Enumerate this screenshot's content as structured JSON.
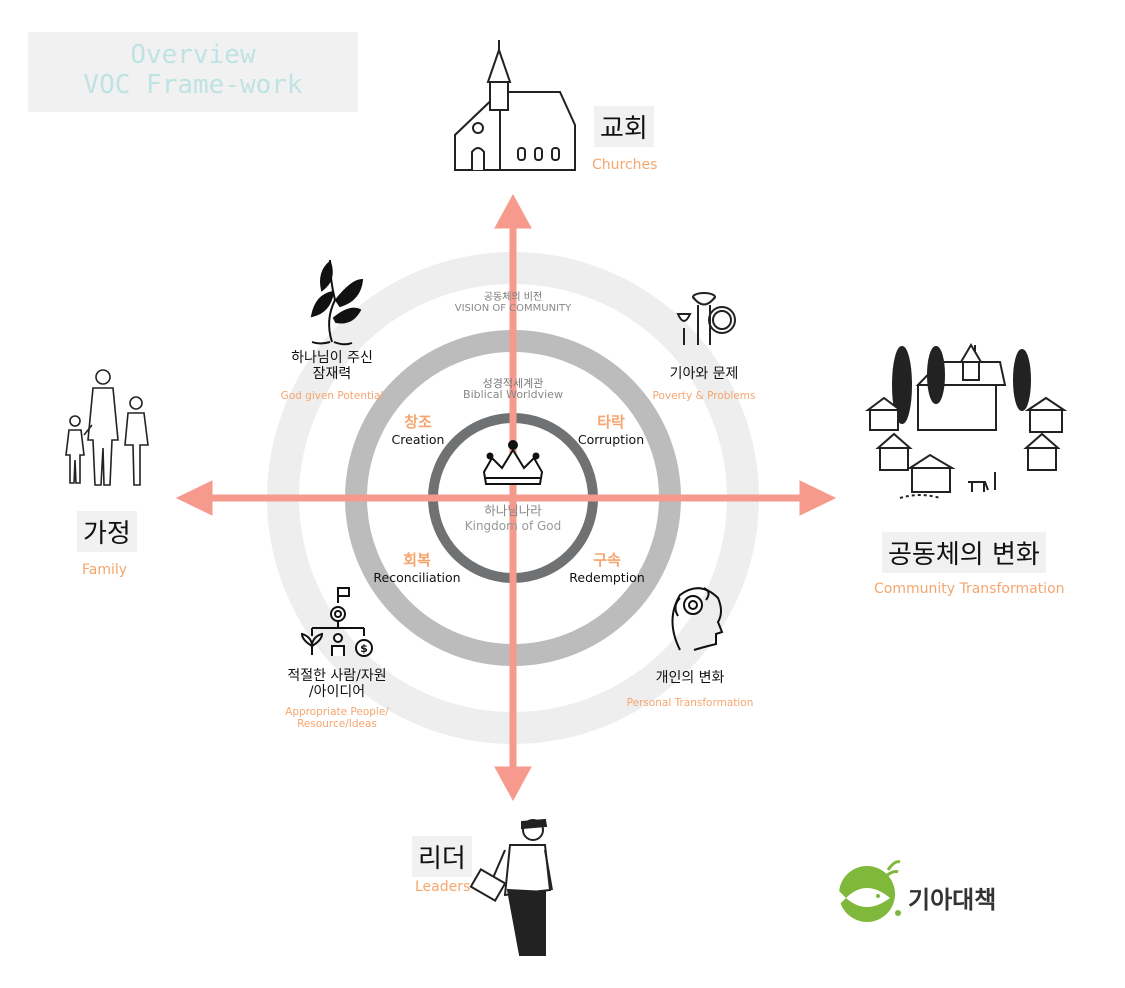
{
  "title": {
    "line1": "Overview",
    "line2": "VOC Frame-work"
  },
  "nodes": {
    "top": {
      "ko": "교회",
      "en": "Churches"
    },
    "right": {
      "ko": "공동체의 변화",
      "en": "Community Transformation"
    },
    "bottom": {
      "ko": "리더",
      "en": "Leaders"
    },
    "left": {
      "ko": "가정",
      "en": "Family"
    }
  },
  "rings": {
    "outer": {
      "ko": "공동체의 비전",
      "en": "VISION OF COMMUNITY"
    },
    "middle": {
      "ko": "성경적세계관",
      "en": "Biblical Worldview"
    },
    "center": {
      "ko": "하나님나라",
      "en": "Kingdom of God"
    }
  },
  "quadrants": {
    "top_left": {
      "ko": "창조",
      "en": "Creation"
    },
    "top_right": {
      "ko": "타락",
      "en": "Corruption"
    },
    "bottom_left": {
      "ko": "회복",
      "en": "Reconciliation"
    },
    "bottom_right": {
      "ko": "구속",
      "en": "Redemption"
    }
  },
  "items": {
    "top_left": {
      "ko_line1": "하나님이 주신",
      "ko_line2": "잠재력",
      "en": "God given Potential",
      "icon": "sprout-icon"
    },
    "top_right": {
      "ko": "기아와 문제",
      "en": "Poverty & Problems",
      "icon": "empty-bowls-icon"
    },
    "bottom_left": {
      "ko_line1": "적절한 사람/자원",
      "ko_line2": "/아이디어",
      "en_line1": "Appropriate People/",
      "en_line2": "Resource/Ideas",
      "icon": "resources-tree-icon"
    },
    "bottom_right": {
      "ko": "개인의 변화",
      "en": "Personal Transformation",
      "icon": "head-gear-icon"
    }
  },
  "logo": {
    "text": "기아대책",
    "icon": "fish-grain-icon"
  },
  "colors": {
    "arrow": "#f79a8e",
    "outer_ring": "#eeeeee",
    "middle_ring": "#bcbcbc",
    "inner_ring": "#6f7173",
    "accent_text": "#f5a66f",
    "title_text": "#bfe3e3",
    "logo_green": "#7fb83a"
  }
}
